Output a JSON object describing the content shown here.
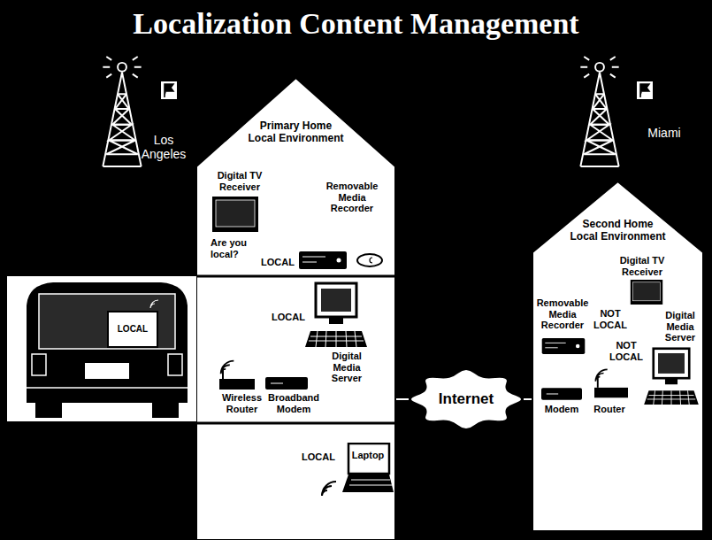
{
  "diagram": {
    "title": "Localization Content Management",
    "nodes": [
      {
        "text": [
          "Primary Home Local Environment"
        ]
      },
      {
        "text": [
          "LOCAL"
        ]
      },
      {
        "text": [
          "Internet"
        ]
      },
      {
        "text": [
          "Second Home Local Environment"
        ]
      }
    ],
    "edges": [
      {
        "from": 0,
        "to": 2,
        "arrow": "none"
      },
      {
        "from": 2,
        "to": 3,
        "arrow": "none"
      }
    ],
    "labels": [
      "Los Angeles",
      "Digital TV Receiver",
      "Are you local?",
      "Removable Media Recorder",
      "LOCAL",
      "LOCAL",
      "Digital Media Server",
      "Wireless Router",
      "Broadband Modem",
      "LOCAL",
      "Laptop",
      "Miami",
      "Digital TV Receiver",
      "Removable Media Recorder",
      "NOT LOCAL",
      "NOT LOCAL",
      "Digital Media Server",
      "Modem",
      "Router"
    ]
  }
}
